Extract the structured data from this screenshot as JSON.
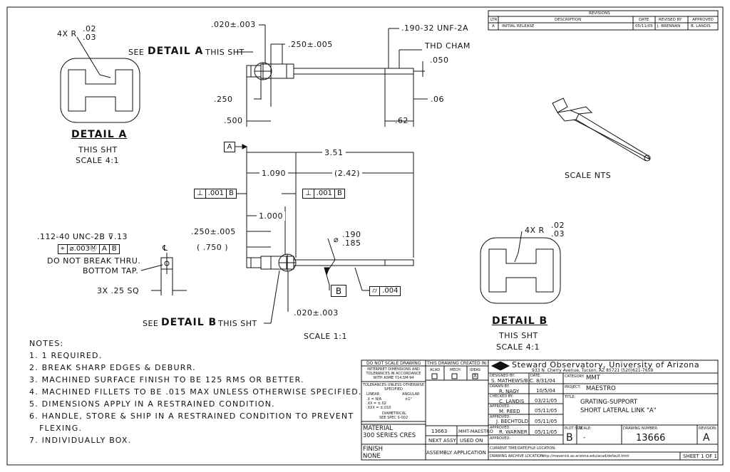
{
  "revisions": {
    "title": "REVISIONS",
    "headers": [
      "LTR",
      "DESCRIPTION",
      "DATE",
      "REVISED BY",
      "APPROVED"
    ],
    "rows": [
      [
        "A",
        "INITIAL RELEASE",
        "05/11/05",
        "J. BRENNAN",
        "B. LANDIS"
      ]
    ]
  },
  "detail_a": {
    "radius_label": "4X R",
    "radius_upper": ".02",
    "radius_lower": ".03",
    "title": "DETAIL A",
    "sheet": "THIS SHT",
    "scale": "SCALE 4:1"
  },
  "detail_b": {
    "radius_label": "4X R",
    "radius_upper": ".02",
    "radius_lower": ".03",
    "title": "DETAIL B",
    "sheet": "THIS SHT",
    "scale": "SCALE 4:1"
  },
  "top_view": {
    "dim_020": ".020±.003",
    "see_prefix": "SEE",
    "see_detail": "DETAIL A",
    "see_suffix": "THIS SHT",
    "dim_250_top": ".250±.005",
    "thread": ".190-32 UNF-2A",
    "thd_cham": "THD CHAM",
    "dim_050": ".050",
    "dim_250": ".250",
    "dim_500": ".500",
    "dim_62": ".62",
    "dim_06": ".06"
  },
  "iso_view": {
    "scale": "SCALE NTS"
  },
  "main_view": {
    "datum_a": "A",
    "dim_351": "3.51",
    "dim_1090": "1.090",
    "dim_242": "(2.42)",
    "perp1": [
      ".001",
      "B"
    ],
    "perp2": [
      ".001",
      "B"
    ],
    "dim_1000": "1.000",
    "dim_250": ".250±.005",
    "dim_750": "( .750 )",
    "diam_sym": "⌀",
    "diam_upper": ".190",
    "diam_lower": ".185",
    "tap_callout": ".112-40 UNC-2B ⊽.13",
    "pos_fcf": [
      "⌀.003Ⓜ",
      "A",
      "B"
    ],
    "note_thru": "DO NOT BREAK THRU.",
    "note_tap": "BOTTOM TAP.",
    "centerline": "℄",
    "sq": "3X .25 SQ",
    "datum_b": "B",
    "cyl_tol": ".004",
    "see_prefix": "SEE",
    "see_detail": "DETAIL B",
    "see_suffix": "THIS SHT",
    "dim_020": ".020±.003",
    "scale": "SCALE 1:1"
  },
  "notes": {
    "title": "NOTES:",
    "items": [
      "1. 1 REQUIRED.",
      "2. BREAK SHARP EDGES & DEBURR.",
      "3. MACHINED SURFACE FINISH TO BE 125 RMS OR BETTER.",
      "4. MACHINED FILLETS TO BE .015 MAX UNLESS OTHERWISE SPECIFIED.",
      "5. DIMENSIONS APPLY IN A RESTRAINED CONDITION.",
      "6. HANDLE, STORE & SHIP IN A RESTRAINED CONDITION TO PREVENT",
      "   FLEXING.",
      "7. INDIVIDUALLY BOX."
    ]
  },
  "title_block": {
    "do_not_scale": "DO NOT SCALE DRAWING",
    "interpret": "INTERPRET DIMENSIONS AND TOLERANCES IN ACCORDANCE WITH ASME Y14.5M-94",
    "tol_title": "TOLERANCES UNLESS OTHERWISE SPECIFIED",
    "tol_linear": "LINEAR",
    "tol_angular": "ANGULAR",
    "tol_lines": [
      ".X  = N/A",
      ".XX = ±.02",
      ".XXX = ±.010"
    ],
    "tol_angle": "±1°",
    "diametrical": "DIAMETRICAL",
    "diam_ref": "SEE SPEC S-002",
    "material_label": "MATERIAL",
    "material": "300 SERIES CRES",
    "finish_label": "FINISH",
    "finish": "NONE",
    "created_in": "THIS DRAWING CREATED IN:",
    "sw_cols": [
      "ACAD",
      "MECH",
      "IDEAS"
    ],
    "next_assy_num": "13663",
    "next_assy_name": "MMT-MAESTRO",
    "next_assy": "NEXT ASSY",
    "used_on": "USED ON",
    "assembly_app": "ASSEMBLY APPLICATION",
    "org": "Steward Observatory, University of Arizona",
    "address": "933 N. Cherry Avenue, Tucson, AZ  85721   (520)621-7659",
    "designed_by_label": "DESIGNED BY:",
    "designed_by": "S. MATHEWS/B.C.",
    "date_label": "DATE:",
    "designed_date": "8/31/04",
    "drawn_by_label": "DRAWN BY:",
    "drawn_by": "R. NAGY",
    "drawn_date": "10/5/04",
    "checked_by_label": "CHECKED BY:",
    "checked_by": "C. LANDIS",
    "checked_date": "03/21/05",
    "approved1_label": "APPROVED:",
    "approved1": "M. REED",
    "approved1_date": "05/11/05",
    "approved2_label": "APPROVED:",
    "approved2": "J. BECHTOLD",
    "approved2_date": "05/11/05",
    "approved3_label": "APPROVED:",
    "approved3": "R. WARNER",
    "approved3_date": "05/11/05",
    "approved4_label": "APPROVED:",
    "category_label": "CATEGORY:",
    "category": "MMT",
    "project_label": "PROJECT:",
    "project": "MAESTRO",
    "title_label": "TITLE:",
    "title1": "GRATING-SUPPORT",
    "title2": "SHORT LATERAL LINK \"A\"",
    "plot_size_label": "PLOT SIZE",
    "plot_size": "B",
    "scale_label": "SCALE:",
    "scale": "-",
    "drawing_number_label": "DRAWING NUMBER:",
    "drawing_number": "13666",
    "revision_label": "REVISION:",
    "revision": "A",
    "current_time_label": "CURRENT TIME/DATE/FILE LOCATION:",
    "archive_label": "DRAWING ARCHIVE LOCATION:",
    "archive": "http://maverick.as.arizona.edu/acad/default.html",
    "sheet": "SHEET 1 OF 1"
  }
}
